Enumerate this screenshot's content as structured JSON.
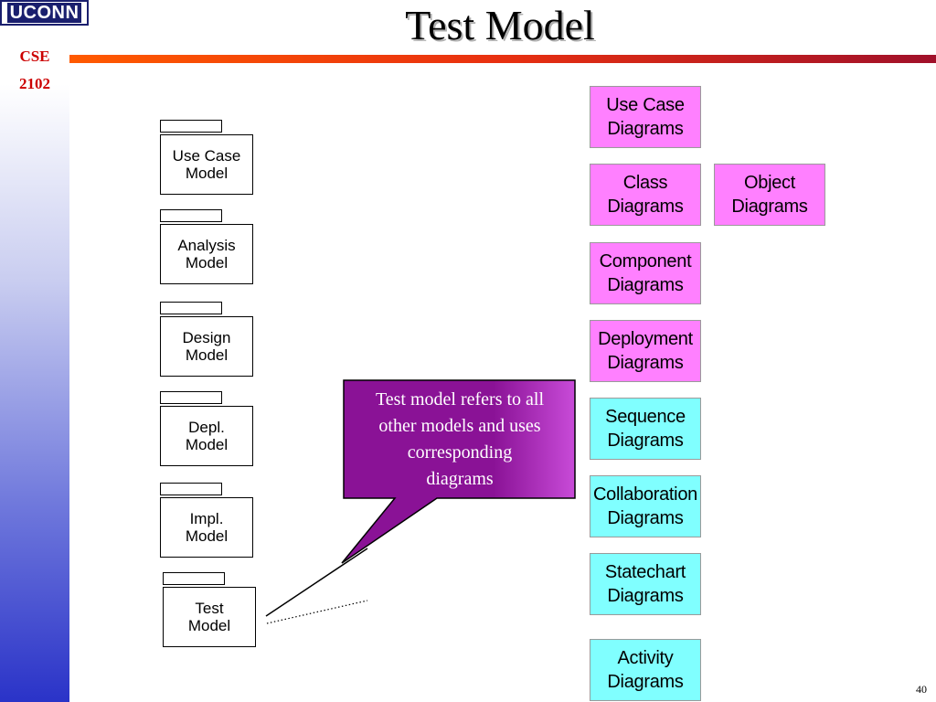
{
  "logo": {
    "text": "UCONN"
  },
  "course": {
    "line1": "CSE",
    "line2": "2102"
  },
  "slide": {
    "title": "Test Model",
    "page_number": "40"
  },
  "models": [
    {
      "label": "Use Case\nModel"
    },
    {
      "label": "Analysis\nModel"
    },
    {
      "label": "Design\nModel"
    },
    {
      "label": "Depl.\nModel"
    },
    {
      "label": "Impl.\nModel"
    },
    {
      "label": "Test\nModel"
    }
  ],
  "diagrams": [
    {
      "label": "Use Case\nDiagrams",
      "color": "#ff80ff"
    },
    {
      "label": "Class\nDiagrams",
      "color": "#ff80ff"
    },
    {
      "label": "Object\nDiagrams",
      "color": "#ff80ff"
    },
    {
      "label": "Component\nDiagrams",
      "color": "#ff80ff"
    },
    {
      "label": "Deployment\nDiagrams",
      "color": "#ff80ff"
    },
    {
      "label": "Sequence\nDiagrams",
      "color": "#80ffff"
    },
    {
      "label": "Collaboration\nDiagrams",
      "color": "#80ffff"
    },
    {
      "label": "Statechart\nDiagrams",
      "color": "#80ffff"
    },
    {
      "label": "Activity\nDiagrams",
      "color": "#80ffff"
    }
  ],
  "callout": {
    "text": "Test model refers to all\nother models and uses\ncorresponding\ndiagrams",
    "color": "#9a1aa6"
  }
}
